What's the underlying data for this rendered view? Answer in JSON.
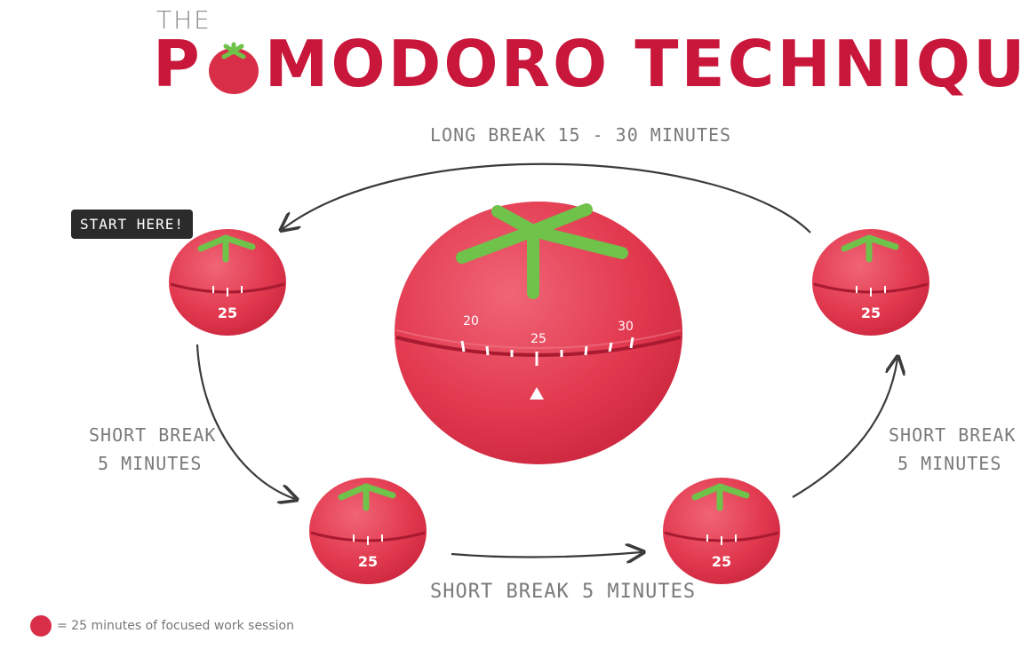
{
  "title": {
    "prefix": "THE",
    "main_first": "P",
    "main_rest": "MODORO TECHNIQUE"
  },
  "labels": {
    "start": "START HERE!",
    "long_break": "LONG BREAK 15 - 30 MINUTES",
    "short_break_left_line1": "SHORT BREAK",
    "short_break_left_line2": "5 MINUTES",
    "short_break_right_line1": "SHORT BREAK",
    "short_break_right_line2": "5 MINUTES",
    "short_break_bottom": "SHORT BREAK 5 MINUTES"
  },
  "timer": {
    "small_number": "25",
    "big_numbers": [
      "20",
      "25",
      "30"
    ]
  },
  "legend": {
    "text": "= 25 minutes of focused work session"
  },
  "colors": {
    "tomato": "#e2394f",
    "tomato_dark": "#c8173a",
    "leaf": "#6fc24a",
    "arrow": "#3b3b3b",
    "text_gray": "#7a7a7a"
  }
}
